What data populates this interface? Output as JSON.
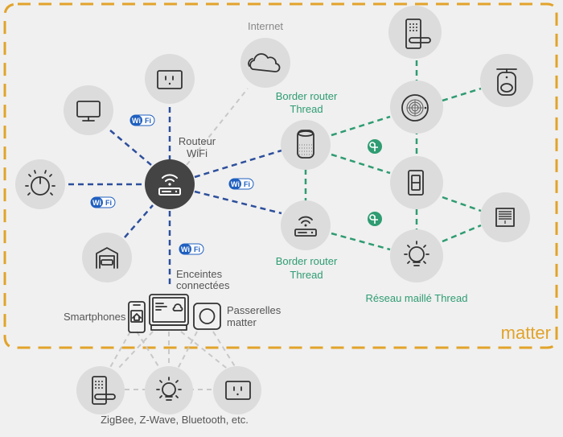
{
  "labels": {
    "internet": "Internet",
    "wifi_router": [
      "Routeur",
      "WiFi"
    ],
    "border_router_top": [
      "Border router",
      "Thread"
    ],
    "border_router_bottom": [
      "Border router",
      "Thread"
    ],
    "smart_speakers": [
      "Enceintes",
      "connectées"
    ],
    "smartphones": "Smartphones",
    "matter_gateways": [
      "Passerelles",
      "matter"
    ],
    "thread_mesh": "Réseau maillé Thread",
    "matter_brand": "matter",
    "legacy_protocols": "ZigBee, Z-Wave, Bluetooth, etc.",
    "wifi_badge_left": "Wi",
    "wifi_badge_right": "Fi"
  },
  "colors": {
    "matter_border": "#e2a32a",
    "wifi_link": "#2d4f9c",
    "thread_link": "#2f9c72",
    "wifi_badge": "#1f5fbf",
    "router_dark": "#444444",
    "node_fill": "#dcdcdc"
  },
  "nodes": [
    {
      "id": "tv",
      "icon": "monitor-icon",
      "network": "wifi"
    },
    {
      "id": "plug-top",
      "icon": "outlet-icon",
      "network": "wifi"
    },
    {
      "id": "internet",
      "icon": "cloud-icon",
      "network": "internet"
    },
    {
      "id": "thermostat",
      "icon": "dial-icon",
      "network": "wifi"
    },
    {
      "id": "wifi-router",
      "icon": "router-icon",
      "network": "wifi"
    },
    {
      "id": "garage",
      "icon": "garage-icon",
      "network": "wifi"
    },
    {
      "id": "speaker-br",
      "icon": "speaker-icon",
      "network": "thread"
    },
    {
      "id": "router-br",
      "icon": "router-icon",
      "network": "thread"
    },
    {
      "id": "lock",
      "icon": "door-lock-icon",
      "network": "thread"
    },
    {
      "id": "smoke",
      "icon": "smoke-detector-icon",
      "network": "thread"
    },
    {
      "id": "sensor",
      "icon": "motion-sensor-icon",
      "network": "thread"
    },
    {
      "id": "switch",
      "icon": "light-switch-icon",
      "network": "thread"
    },
    {
      "id": "blind",
      "icon": "window-blind-icon",
      "network": "thread"
    },
    {
      "id": "bulb",
      "icon": "light-bulb-icon",
      "network": "thread"
    },
    {
      "id": "legacy-lock",
      "icon": "door-lock-icon",
      "network": "legacy"
    },
    {
      "id": "legacy-bulb",
      "icon": "light-bulb-icon",
      "network": "legacy"
    },
    {
      "id": "legacy-plug",
      "icon": "outlet-icon",
      "network": "legacy"
    }
  ]
}
